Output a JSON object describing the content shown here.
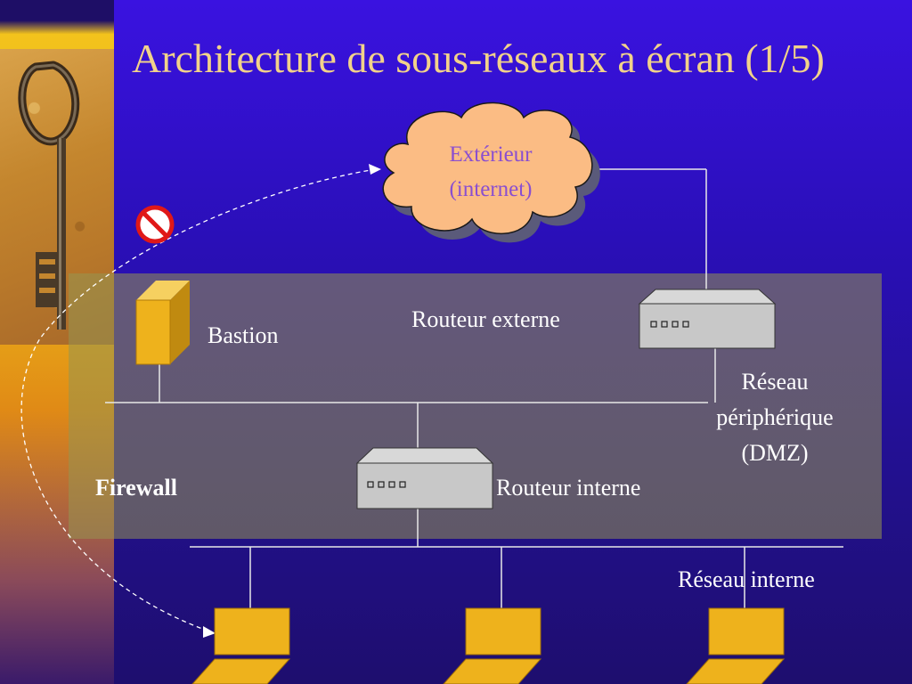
{
  "slide": {
    "title": "Architecture de sous-réseaux à écran (1/5)"
  },
  "nodes": {
    "internet": {
      "line1": "Extérieur",
      "line2": "(internet)"
    },
    "bastion": {
      "label": "Bastion"
    },
    "external_router": {
      "label": "Routeur externe"
    },
    "internal_router": {
      "label": "Routeur interne"
    },
    "firewall": {
      "label": "Firewall"
    },
    "dmz": {
      "line1": "Réseau",
      "line2": "périphérique",
      "line3": "(DMZ)"
    },
    "internal_network": {
      "label": "Réseau interne"
    }
  },
  "colors": {
    "cloud_fill": "#fbbc84",
    "cloud_shadow": "#606080",
    "cloud_text": "#8a4fd0",
    "device_yellow": "#eeb21c",
    "router_body": "#c8c8c8",
    "forbidden_red": "#e01818"
  },
  "icons": {
    "forbidden": "no-entry-icon",
    "key": "key-icon"
  }
}
